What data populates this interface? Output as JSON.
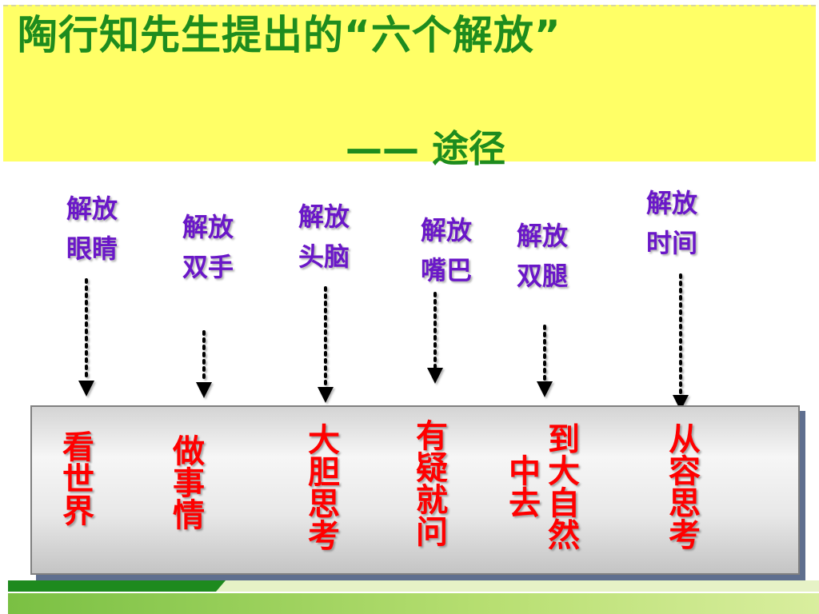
{
  "header": {
    "title": "陶行知先生提出的“六个解放”",
    "subtitle": "—— 途径"
  },
  "liberations": [
    {
      "label_line1": "解放",
      "label_line2": "眼睛",
      "way": [
        "看",
        "世",
        "界"
      ]
    },
    {
      "label_line1": "解放",
      "label_line2": "双手",
      "way": [
        "做",
        "事",
        "情"
      ]
    },
    {
      "label_line1": "解放",
      "label_line2": "头脑",
      "way": [
        "大",
        "胆",
        "思",
        "考"
      ]
    },
    {
      "label_line1": "解放",
      "label_line2": "嘴巴",
      "way": [
        "有",
        "疑",
        "就",
        "问"
      ]
    },
    {
      "label_line1": "解放",
      "label_line2": "双腿",
      "way_col2": [
        "到",
        "大",
        "自",
        "然"
      ],
      "way_col1": [
        "中",
        "去"
      ]
    },
    {
      "label_line1": "解放",
      "label_line2": "时间",
      "way": [
        "从",
        "容",
        "思",
        "考"
      ]
    }
  ],
  "colors": {
    "title": "#1e8c1e",
    "label": "#6a17c8",
    "way": "#ff0000",
    "header_bg": "#ffff66",
    "footer_dark": "#1e8a1e",
    "footer_light": "#b8df72"
  },
  "icons": [
    "dotted-arrow-down-icon"
  ]
}
